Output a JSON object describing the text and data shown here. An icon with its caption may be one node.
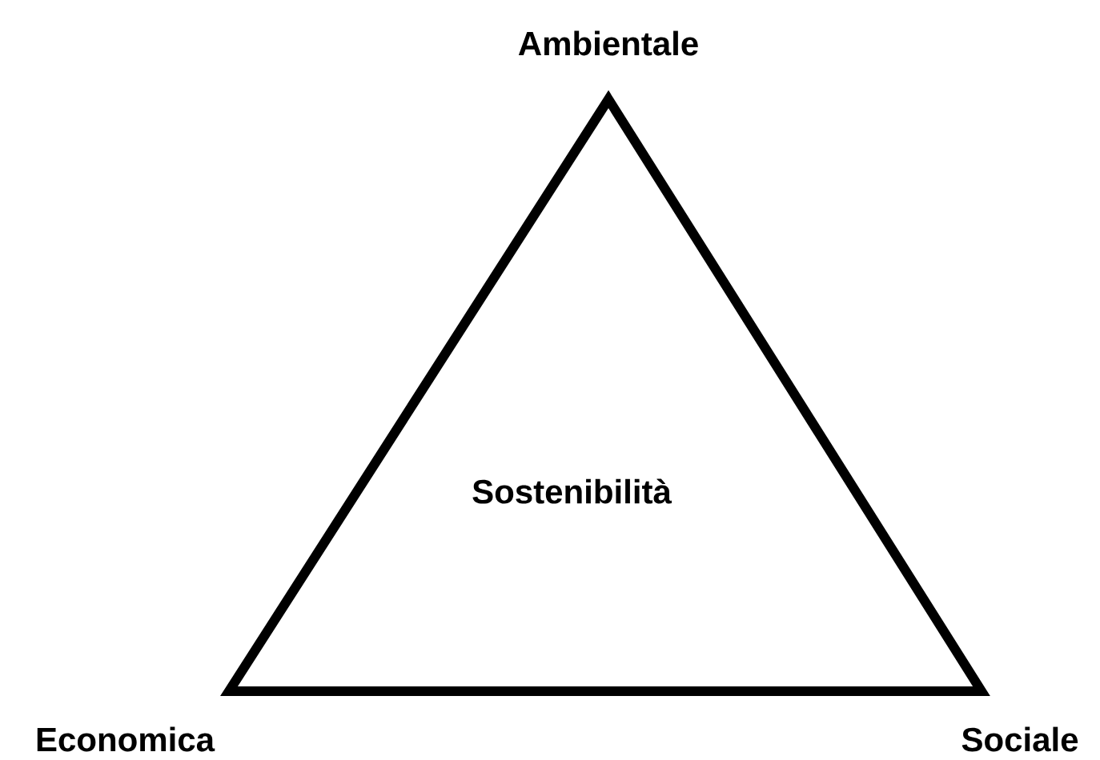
{
  "diagram": {
    "nodes": [
      {
        "text": [
          "Sostenibilità"
        ]
      }
    ],
    "labels": [
      "Ambientale",
      "Economica",
      "Sociale"
    ]
  }
}
